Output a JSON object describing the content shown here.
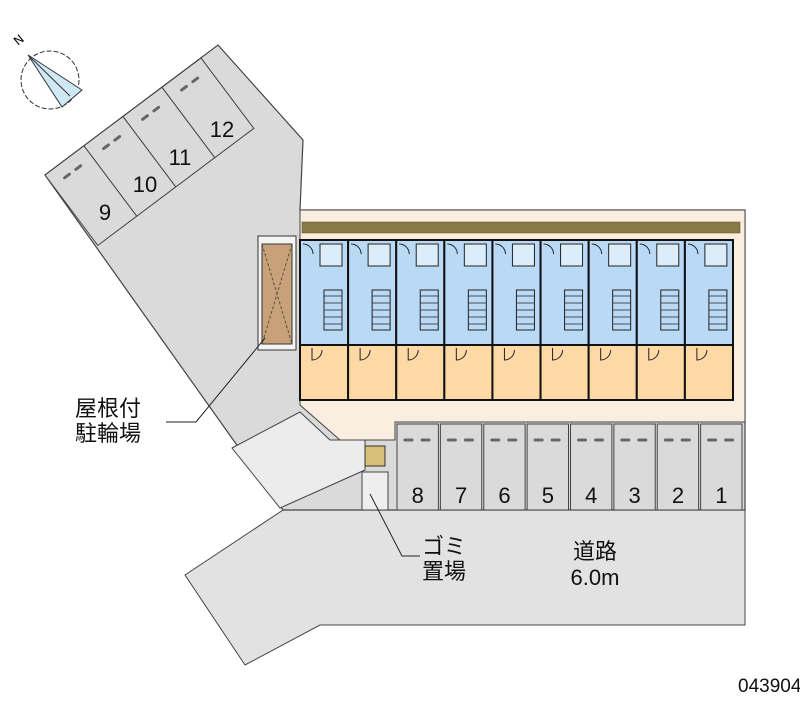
{
  "compass": {
    "label": "N"
  },
  "labels": {
    "bike_parking": [
      "屋根付",
      "駐輪場"
    ],
    "garbage": [
      "ゴミ",
      "置場"
    ],
    "road": [
      "道路",
      "6.0m"
    ]
  },
  "parking_front": [
    "8",
    "7",
    "6",
    "5",
    "4",
    "3",
    "2",
    "1"
  ],
  "parking_rear": [
    "9",
    "10",
    "11",
    "12"
  ],
  "unit_count": 9,
  "property_code": "043904",
  "colors": {
    "lot": "#dadada",
    "road": "#e2e2e2",
    "building_bg": "#faeee0",
    "unit_top": "#b9d9f5",
    "unit_bottom": "#fdd9a5",
    "bike_roof": "#c8a07a",
    "hedge": "#7a6a3a",
    "compass": "#cfe8f6"
  }
}
